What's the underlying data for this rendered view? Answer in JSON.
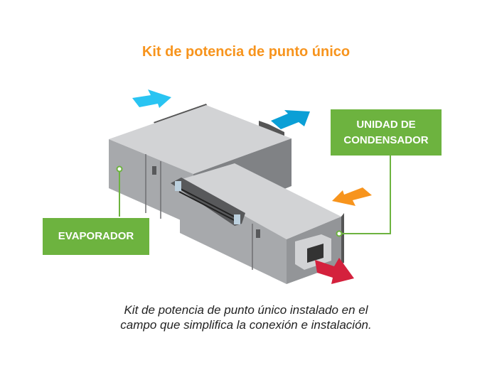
{
  "title": "Kit de potencia de punto único",
  "labels": {
    "condenser": "UNIDAD DE CONDENSADOR",
    "evaporator": "EVAPORADOR"
  },
  "caption": {
    "line1": "Kit de potencia de punto único instalado en el",
    "line2": "campo que simplifica la conexión e instalación."
  },
  "colors": {
    "title": "#f7941d",
    "label_bg": "#6db33f",
    "arrow_cyan": "#29c4f2",
    "arrow_blue": "#0a9fd6",
    "arrow_orange": "#f7941d",
    "arrow_red": "#d4213d"
  }
}
